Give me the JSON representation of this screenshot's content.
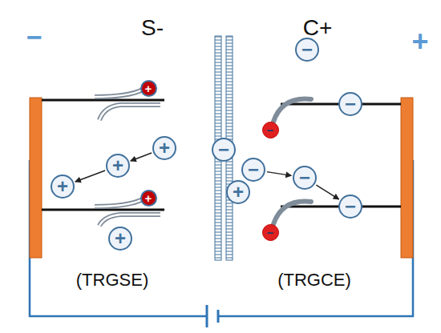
{
  "diagram": {
    "nodes": [
      {
        "text": [
          "+"
        ]
      },
      {
        "text": [
          "+"
        ]
      },
      {
        "text": [
          "+"
        ]
      },
      {
        "text": [
          "+"
        ]
      },
      {
        "text": [
          "+"
        ]
      },
      {
        "text": [
          "+"
        ]
      },
      {
        "text": [
          "−"
        ]
      },
      {
        "text": [
          "−"
        ]
      },
      {
        "text": [
          "−"
        ]
      },
      {
        "text": [
          "−"
        ]
      },
      {
        "text": [
          "+"
        ]
      },
      {
        "text": [
          "−"
        ]
      },
      {
        "text": [
          "−"
        ]
      },
      {
        "text": [
          "−"
        ]
      },
      {
        "text": [
          "−"
        ]
      }
    ],
    "edges": [
      {
        "from": 1,
        "to": 2,
        "arrow": "to"
      },
      {
        "from": 2,
        "to": 4,
        "arrow": "to"
      },
      {
        "from": 9,
        "to": 11,
        "arrow": "to"
      },
      {
        "from": 11,
        "to": 13,
        "arrow": "to"
      }
    ],
    "labels": [
      "−",
      "S-",
      "C+",
      "+",
      "(TRGSE)",
      "(TRGCE)"
    ]
  }
}
